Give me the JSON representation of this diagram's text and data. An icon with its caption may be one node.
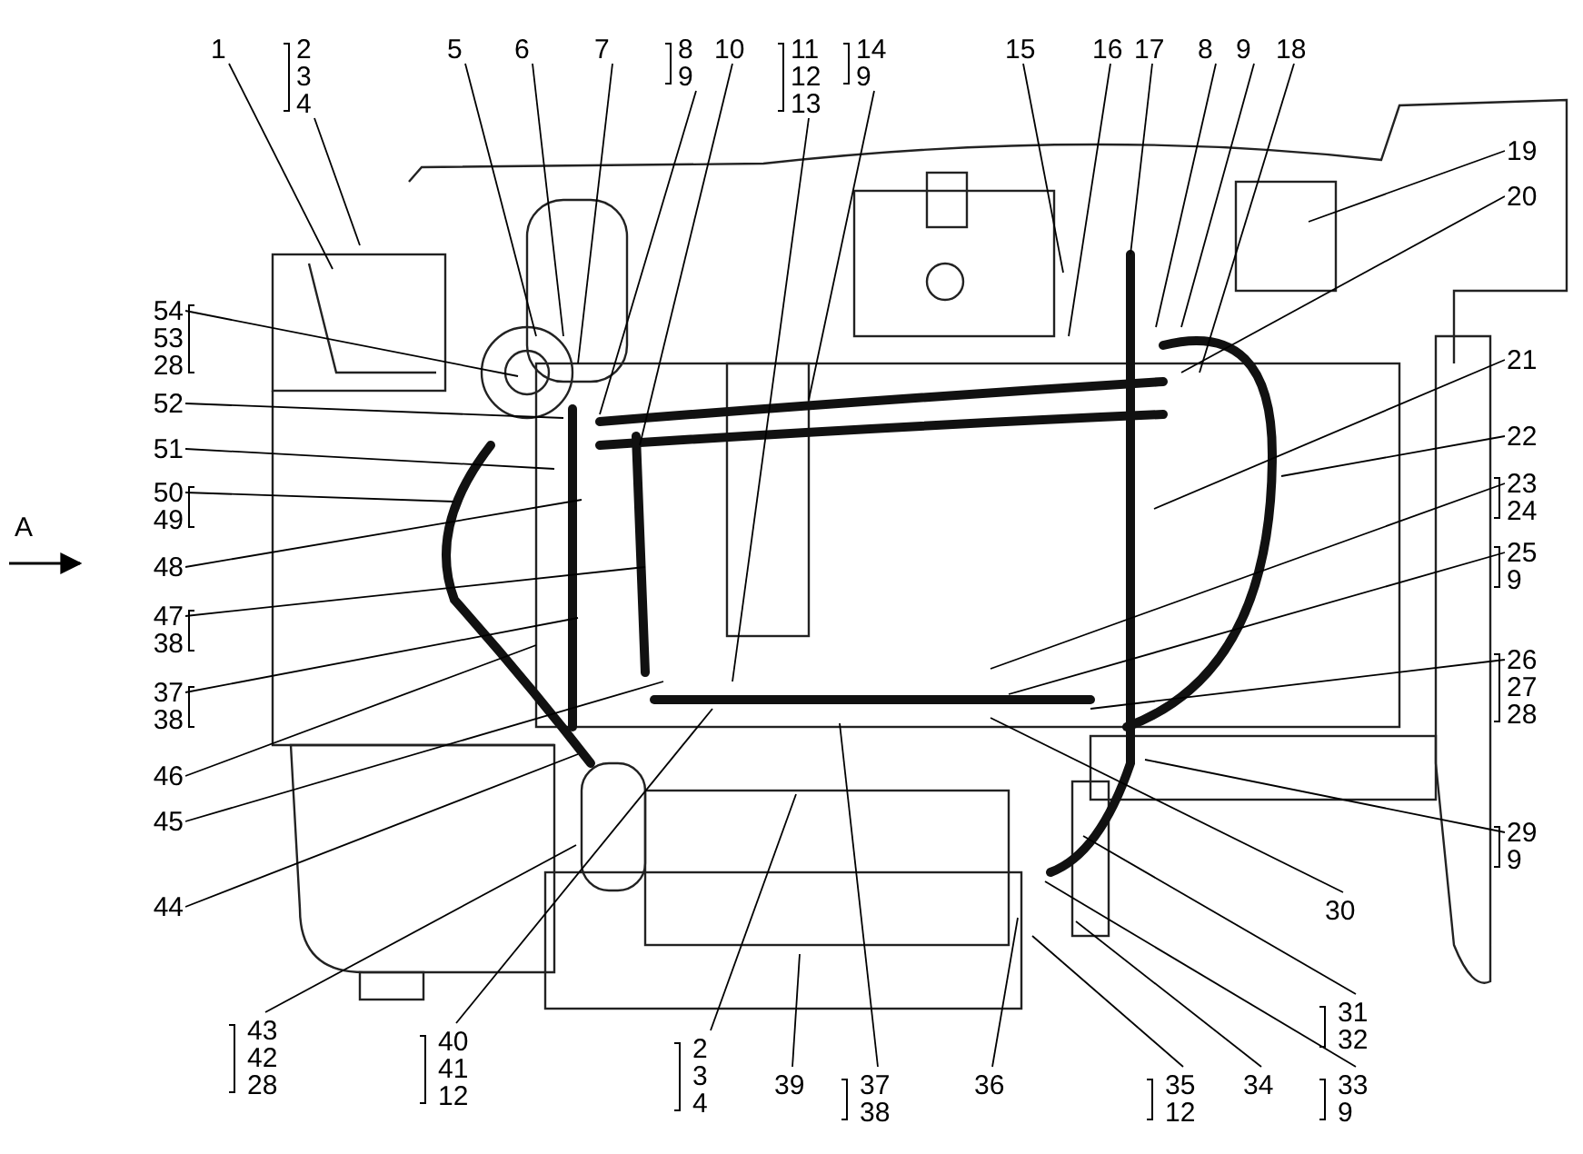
{
  "diagram": {
    "nodes": [
      {
        "text": [
          "1"
        ]
      },
      {
        "text": [
          "2",
          "3",
          "4"
        ]
      },
      {
        "text": [
          "5"
        ]
      },
      {
        "text": [
          "6"
        ]
      },
      {
        "text": [
          "7"
        ]
      },
      {
        "text": [
          "8",
          "9"
        ]
      },
      {
        "text": [
          "10"
        ]
      },
      {
        "text": [
          "11",
          "12",
          "13"
        ]
      },
      {
        "text": [
          "14",
          "9"
        ]
      },
      {
        "text": [
          "15"
        ]
      },
      {
        "text": [
          "16"
        ]
      },
      {
        "text": [
          "17"
        ]
      },
      {
        "text": [
          "8"
        ]
      },
      {
        "text": [
          "9"
        ]
      },
      {
        "text": [
          "18"
        ]
      },
      {
        "text": [
          "19"
        ]
      },
      {
        "text": [
          "20"
        ]
      },
      {
        "text": [
          "21"
        ]
      },
      {
        "text": [
          "22"
        ]
      },
      {
        "text": [
          "23",
          "24"
        ]
      },
      {
        "text": [
          "25",
          "9"
        ]
      },
      {
        "text": [
          "26",
          "27",
          "28"
        ]
      },
      {
        "text": [
          "29",
          "9"
        ]
      },
      {
        "text": [
          "30"
        ]
      },
      {
        "text": [
          "31",
          "32"
        ]
      },
      {
        "text": [
          "33",
          "9"
        ]
      },
      {
        "text": [
          "34"
        ]
      },
      {
        "text": [
          "35",
          "12"
        ]
      },
      {
        "text": [
          "36"
        ]
      },
      {
        "text": [
          "37",
          "38"
        ]
      },
      {
        "text": [
          "39"
        ]
      },
      {
        "text": [
          "2",
          "3",
          "4"
        ]
      },
      {
        "text": [
          "40",
          "41",
          "12"
        ]
      },
      {
        "text": [
          "43",
          "42",
          "28"
        ]
      },
      {
        "text": [
          "54",
          "53",
          "28"
        ]
      },
      {
        "text": [
          "52"
        ]
      },
      {
        "text": [
          "51"
        ]
      },
      {
        "text": [
          "50",
          "49"
        ]
      },
      {
        "text": [
          "48"
        ]
      },
      {
        "text": [
          "47",
          "38"
        ]
      },
      {
        "text": [
          "37",
          "38"
        ]
      },
      {
        "text": [
          "46"
        ]
      },
      {
        "text": [
          "45"
        ]
      },
      {
        "text": [
          "44"
        ]
      }
    ],
    "edges": [
      {
        "from": 0,
        "to": null,
        "arrow": "none"
      },
      {
        "from": 1,
        "to": null,
        "arrow": "none"
      },
      {
        "from": 2,
        "to": null,
        "arrow": "none"
      },
      {
        "from": 3,
        "to": null,
        "arrow": "none"
      },
      {
        "from": 4,
        "to": null,
        "arrow": "none"
      },
      {
        "from": 5,
        "to": null,
        "arrow": "none"
      },
      {
        "from": 6,
        "to": null,
        "arrow": "none"
      },
      {
        "from": 7,
        "to": null,
        "arrow": "none"
      },
      {
        "from": 8,
        "to": null,
        "arrow": "none"
      },
      {
        "from": 9,
        "to": null,
        "arrow": "none"
      },
      {
        "from": 10,
        "to": null,
        "arrow": "none"
      },
      {
        "from": 11,
        "to": null,
        "arrow": "none"
      },
      {
        "from": 12,
        "to": null,
        "arrow": "none"
      },
      {
        "from": 13,
        "to": null,
        "arrow": "none"
      },
      {
        "from": 14,
        "to": null,
        "arrow": "none"
      },
      {
        "from": 15,
        "to": null,
        "arrow": "none"
      },
      {
        "from": 16,
        "to": null,
        "arrow": "none"
      },
      {
        "from": 17,
        "to": null,
        "arrow": "none"
      },
      {
        "from": 18,
        "to": null,
        "arrow": "none"
      },
      {
        "from": 19,
        "to": null,
        "arrow": "none"
      },
      {
        "from": 20,
        "to": null,
        "arrow": "none"
      },
      {
        "from": 21,
        "to": null,
        "arrow": "none"
      },
      {
        "from": 22,
        "to": null,
        "arrow": "none"
      },
      {
        "from": 23,
        "to": null,
        "arrow": "none"
      },
      {
        "from": 24,
        "to": null,
        "arrow": "none"
      },
      {
        "from": 25,
        "to": null,
        "arrow": "none"
      },
      {
        "from": 26,
        "to": null,
        "arrow": "none"
      },
      {
        "from": 27,
        "to": null,
        "arrow": "none"
      },
      {
        "from": 28,
        "to": null,
        "arrow": "none"
      },
      {
        "from": 29,
        "to": null,
        "arrow": "none"
      },
      {
        "from": 30,
        "to": null,
        "arrow": "none"
      },
      {
        "from": 31,
        "to": null,
        "arrow": "none"
      },
      {
        "from": 32,
        "to": null,
        "arrow": "none"
      },
      {
        "from": 33,
        "to": null,
        "arrow": "none"
      },
      {
        "from": 34,
        "to": null,
        "arrow": "none"
      },
      {
        "from": 35,
        "to": null,
        "arrow": "none"
      },
      {
        "from": 36,
        "to": null,
        "arrow": "none"
      },
      {
        "from": 37,
        "to": null,
        "arrow": "none"
      },
      {
        "from": 38,
        "to": null,
        "arrow": "none"
      },
      {
        "from": 39,
        "to": null,
        "arrow": "none"
      },
      {
        "from": 40,
        "to": null,
        "arrow": "none"
      },
      {
        "from": 41,
        "to": null,
        "arrow": "none"
      },
      {
        "from": 42,
        "to": null,
        "arrow": "none"
      },
      {
        "from": 43,
        "to": null,
        "arrow": "none"
      }
    ],
    "labels": [
      "A"
    ]
  }
}
